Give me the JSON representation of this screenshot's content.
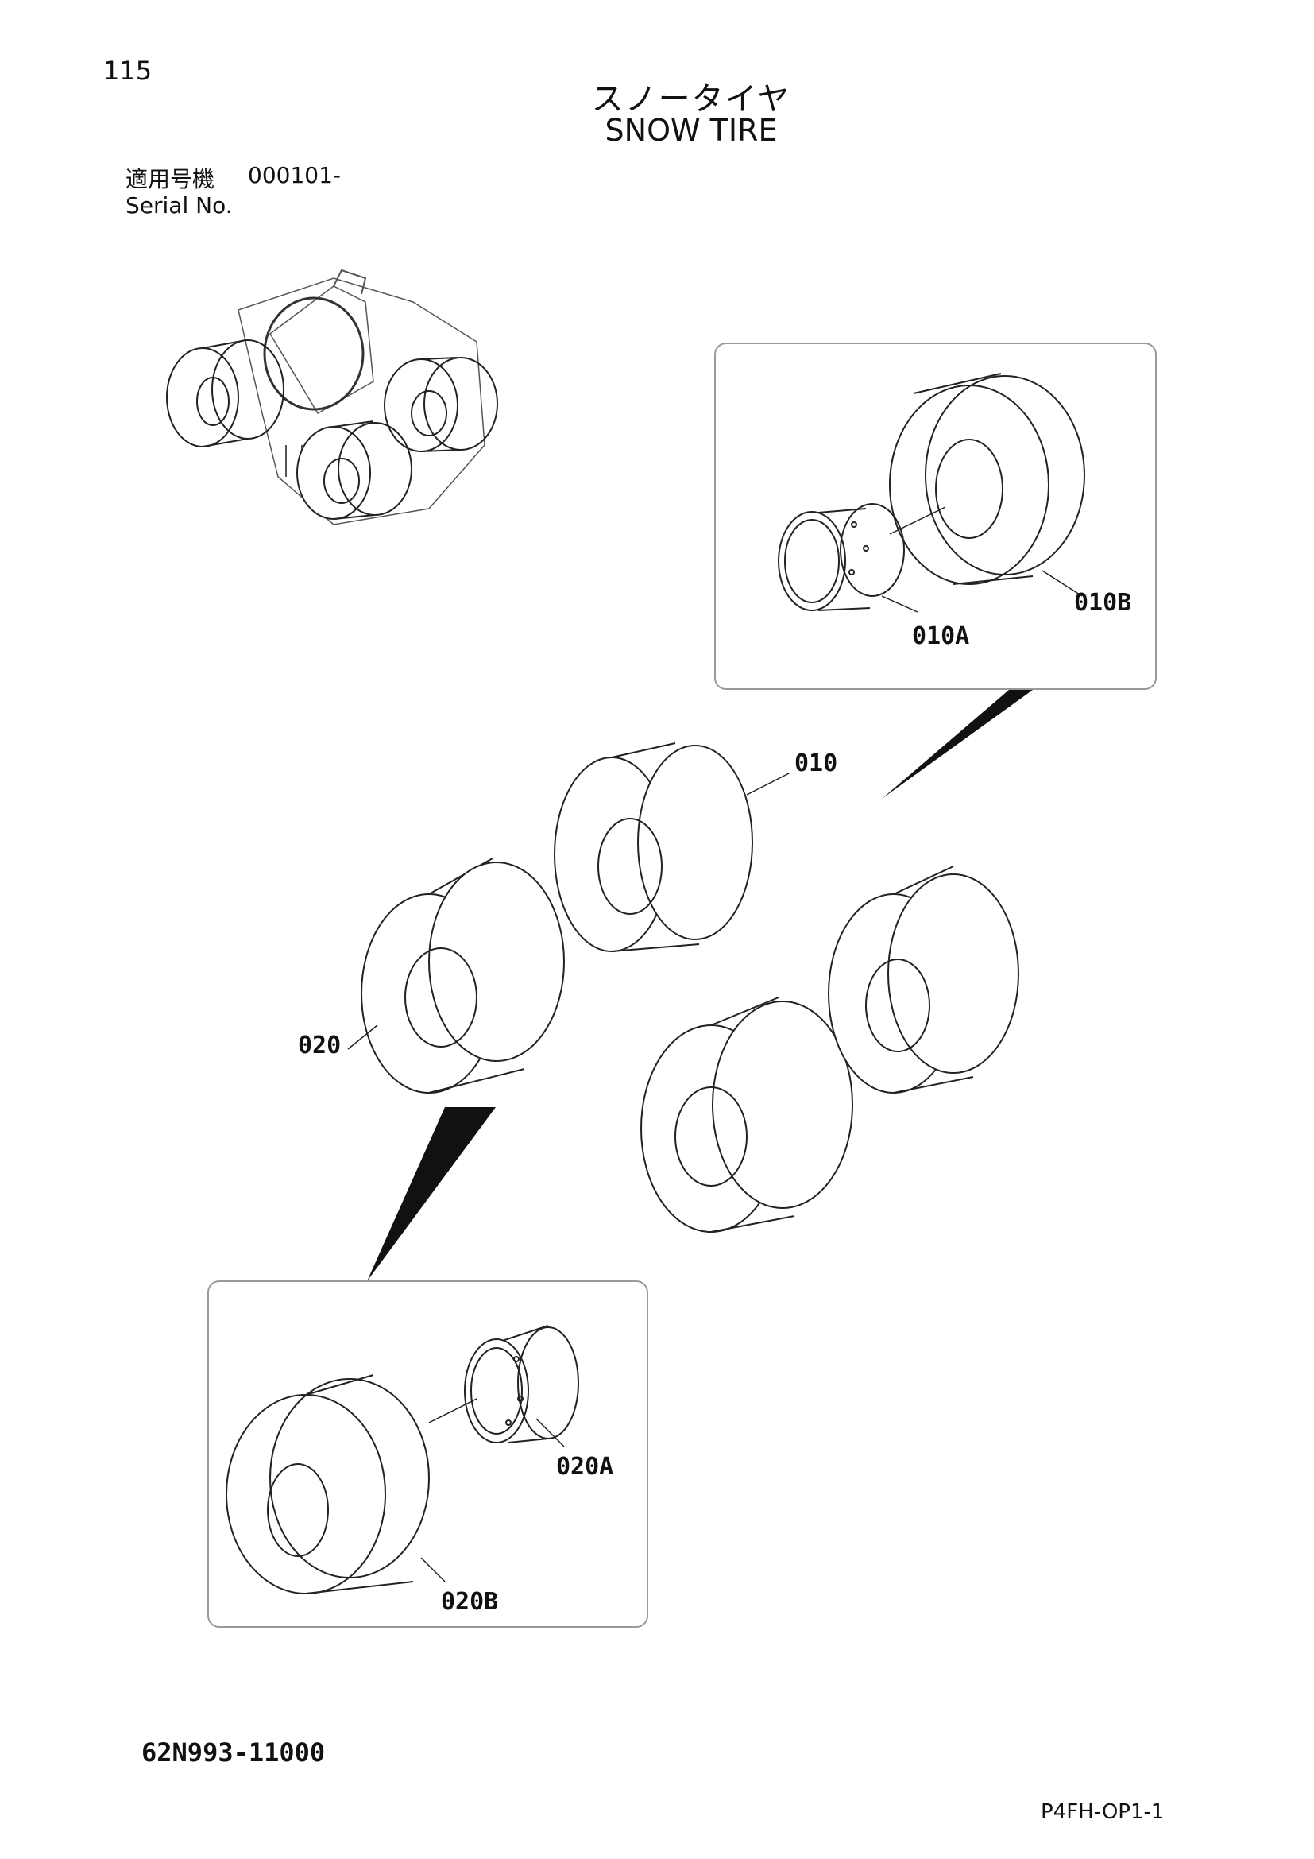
{
  "header": {
    "page_number": "115",
    "title_jp": "スノータイヤ",
    "title_en": "SNOW TIRE",
    "serial_label_jp": "適用号機",
    "serial_value": "000101-",
    "serial_label_en": "Serial No."
  },
  "callouts": {
    "c010": "010",
    "c010A": "010A",
    "c010B": "010B",
    "c020": "020",
    "c020A": "020A",
    "c020B": "020B"
  },
  "footer": {
    "doc_number": "62N993-11000",
    "page_code": "P4FH-OP1-1"
  }
}
